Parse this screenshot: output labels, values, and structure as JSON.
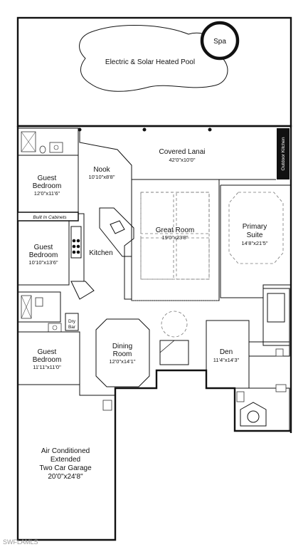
{
  "plan": {
    "pool": {
      "label": "Electric & Solar Heated Pool"
    },
    "spa": {
      "label": "Spa"
    },
    "outdoor_kitchen": {
      "label": "Outdoor Kitchen"
    },
    "watermark": "SWFLAMLS",
    "rooms": {
      "covered_lanai": {
        "name": "Covered Lanai",
        "dims": "42'0\"x10'0\""
      },
      "nook": {
        "name": "Nook",
        "dims": "10'10\"x8'8\""
      },
      "guest_bedroom_1": {
        "name1": "Guest",
        "name2": "Bedroom",
        "dims": "12'0\"x11'6\""
      },
      "built_in_cabinets": {
        "name": "Built In Cabinets"
      },
      "guest_bedroom_2": {
        "name1": "Guest",
        "name2": "Bedroom",
        "dims": "10'10\"x13'6\""
      },
      "kitchen": {
        "name": "Kitchen"
      },
      "great_room": {
        "name": "Great Room",
        "dims": "19'0\"x23'8\""
      },
      "primary_suite": {
        "name1": "Primary",
        "name2": "Suite",
        "dims": "14'8\"x21'5\""
      },
      "dry_bar": {
        "name1": "Dry",
        "name2": "Bar"
      },
      "dining_room": {
        "name1": "Dining",
        "name2": "Room",
        "dims": "12'0\"x14'1\""
      },
      "den": {
        "name": "Den",
        "dims": "11'4\"x14'3\""
      },
      "guest_bedroom_3": {
        "name1": "Guest",
        "name2": "Bedroom",
        "dims": "11'11\"x11'0\""
      },
      "garage": {
        "name1": "Air Conditioned",
        "name2": "Extended",
        "name3": "Two Car Garage",
        "dims": "20'0\"x24'8\""
      }
    }
  }
}
